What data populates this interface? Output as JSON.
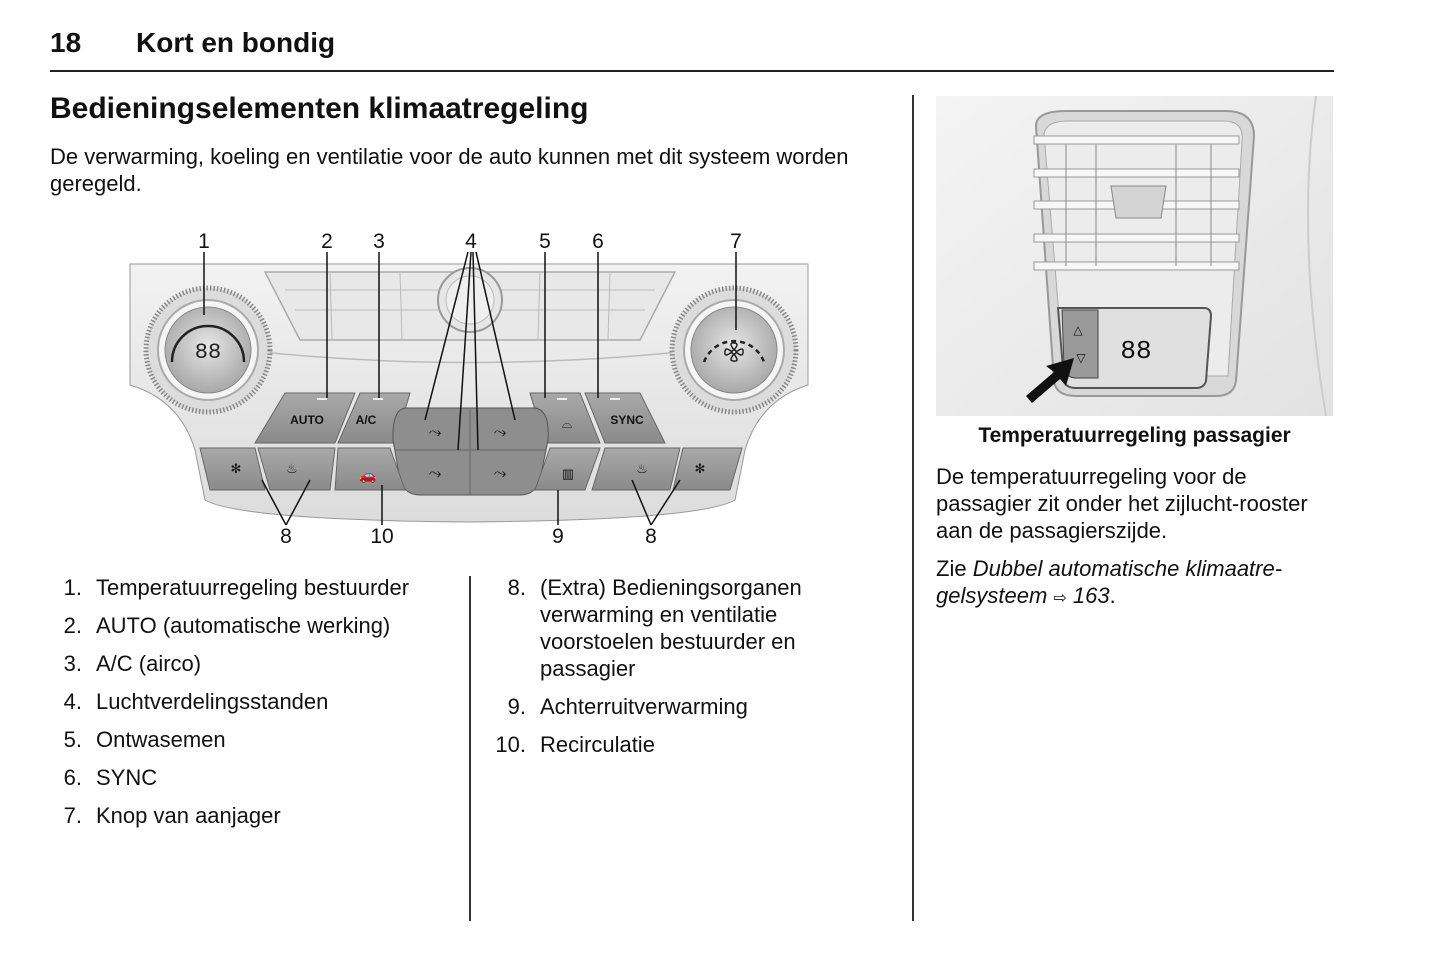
{
  "header": {
    "page_number": "18",
    "chapter_title": "Kort en bondig"
  },
  "section": {
    "title": "Bedieningselementen klimaatregeling",
    "intro": "De verwarming, koeling en ventilatie voor de auto kunnen met dit systeem worden geregeld."
  },
  "figure_main": {
    "callouts_top": [
      "1",
      "2",
      "3",
      "4",
      "5",
      "6",
      "7"
    ],
    "callouts_bottom": [
      "8",
      "10",
      "9",
      "8"
    ],
    "button_labels": {
      "auto": "AUTO",
      "ac": "A/C",
      "sync": "SYNC"
    },
    "display_text": "88"
  },
  "legend_left": [
    {
      "num": "1.",
      "text": "Temperatuurregeling bestuurder"
    },
    {
      "num": "2.",
      "text": "AUTO (automatische werking)"
    },
    {
      "num": "3.",
      "text": "A/C (airco)"
    },
    {
      "num": "4.",
      "text": "Luchtverdelingsstanden"
    },
    {
      "num": "5.",
      "text": "Ontwasemen"
    },
    {
      "num": "6.",
      "text": "SYNC"
    },
    {
      "num": "7.",
      "text": "Knop van aanjager"
    }
  ],
  "legend_right": [
    {
      "num": "8.",
      "text": "(Extra) Bedieningsorganen verwarming en ventilatie voorstoelen bestuurder en passagier"
    },
    {
      "num": "9.",
      "text": "Achterruitverwarming"
    },
    {
      "num": "10.",
      "text": "Recirculatie"
    }
  ],
  "figure_right": {
    "display_text": "88",
    "caption": "Temperatuurregeling passagier"
  },
  "right_column": {
    "paragraph": "De temperatuurregeling voor de passagier zit onder het zijlucht-rooster aan de passagierszijde.",
    "see_prefix": "Zie ",
    "see_link": "Dubbel automatische klimaatre-gelsysteem",
    "see_arrow": "⇨",
    "see_page": " 163",
    "see_suffix": "."
  }
}
